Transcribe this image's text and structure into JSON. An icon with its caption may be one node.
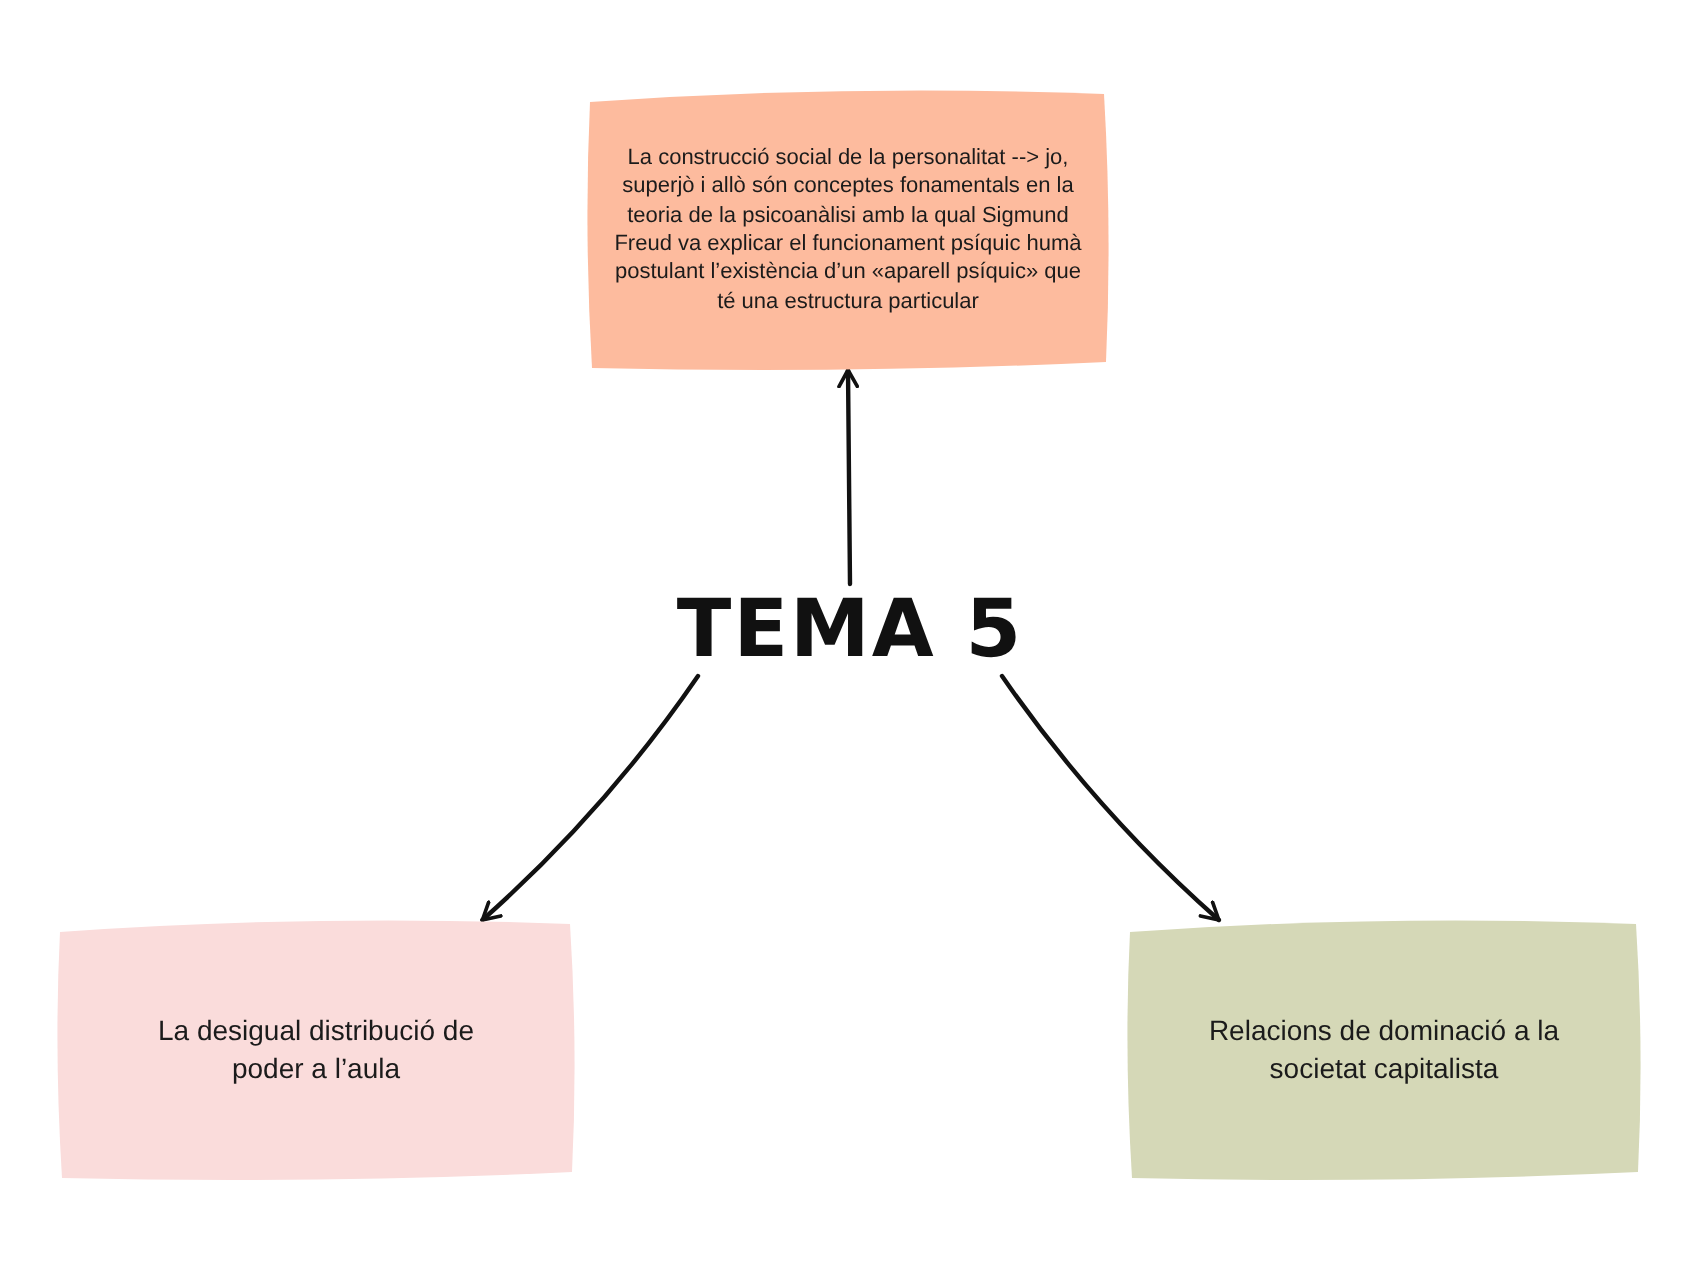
{
  "diagram": {
    "nodes": [
      {
        "text": [
          "La construcció social de la personalitat --> jo, superjò i allò són conceptes fonamentals en la teoria de la psicoanàlisi amb la qual Sigmund Freud va explicar el funcionament psíquic humà postulant l’existència d’un «aparell psíquic» que té una estructura particular"
        ]
      },
      {
        "text": [
          "TEMA 5"
        ]
      },
      {
        "text": [
          "La desigual distribució de poder a l’aula"
        ]
      },
      {
        "text": [
          "Relacions de dominació a la societat capitalista"
        ]
      }
    ],
    "edges": [
      {
        "from": 1,
        "to": 0,
        "arrow": "to"
      },
      {
        "from": 1,
        "to": 2,
        "arrow": "to"
      },
      {
        "from": 1,
        "to": 3,
        "arrow": "to"
      }
    ]
  }
}
